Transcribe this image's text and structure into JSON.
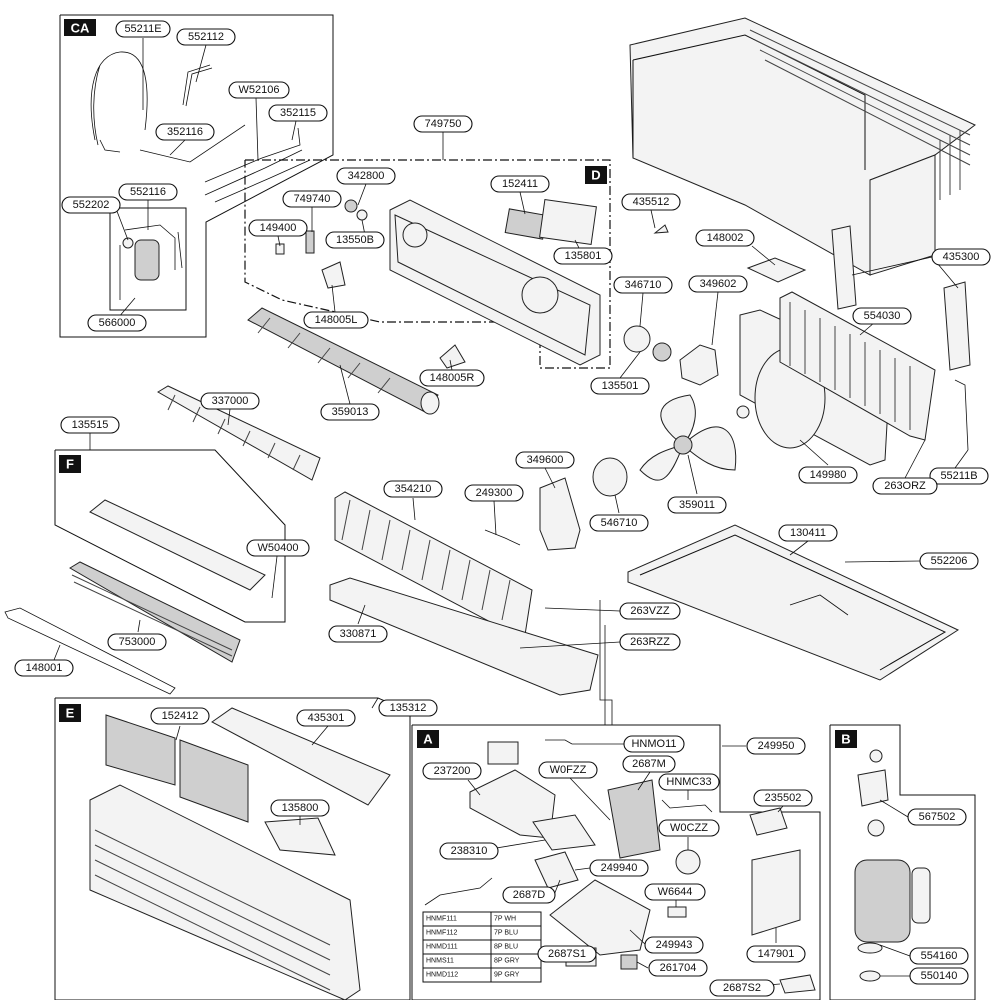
{
  "sections": {
    "ca": "CA",
    "d": "D",
    "f": "F",
    "e": "E",
    "a": "A",
    "b": "B"
  },
  "labels": {
    "p55211E": "55211E",
    "p552112": "552112",
    "pW52106": "W52106",
    "p352115": "352115",
    "p352116": "352116",
    "p552116": "552116",
    "p552202": "552202",
    "p566000": "566000",
    "p749750": "749750",
    "p342800": "342800",
    "p749740": "749740",
    "p149400": "149400",
    "p13550B": "13550B",
    "p152411": "152411",
    "p135801": "135801",
    "p148005L": "148005L",
    "p148005R": "148005R",
    "p359013": "359013",
    "p435512": "435512",
    "p148002": "148002",
    "p435300": "435300",
    "p346710": "346710",
    "p349602": "349602",
    "p554030": "554030",
    "p135501": "135501",
    "p337000": "337000",
    "p135515": "135515",
    "p349600": "349600",
    "p149980": "149980",
    "p55211B": "55211B",
    "p263ORZ": "263ORZ",
    "p354210": "354210",
    "p249300": "249300",
    "p359011": "359011",
    "p546710": "546710",
    "p130411": "130411",
    "pW50400": "W50400",
    "p552206": "552206",
    "p263VZZ": "263VZZ",
    "p263RZZ": "263RZZ",
    "p753000": "753000",
    "p330871": "330871",
    "p148001": "148001",
    "p135312": "135312",
    "p152412": "152412",
    "p435301": "435301",
    "p135800": "135800",
    "pHNMO11": "HNMO11",
    "p249950": "249950",
    "p237200": "237200",
    "pW0FZZ": "W0FZZ",
    "p2687M": "2687M",
    "pHNMC33": "HNMC33",
    "p235502": "235502",
    "pW0CZZ": "W0CZZ",
    "p238310": "238310",
    "p249940": "249940",
    "p2687D": "2687D",
    "pW6644": "W6644",
    "p249943": "249943",
    "p147901": "147901",
    "p2687S1": "2687S1",
    "p261704": "261704",
    "p2687S2": "2687S2",
    "p567502": "567502",
    "p554160": "554160",
    "p550140": "550140"
  },
  "harness_table": [
    {
      "code": "HNMF111",
      "desc": "7P WH"
    },
    {
      "code": "HNMF112",
      "desc": "7P BLU"
    },
    {
      "code": "HNMD111",
      "desc": "8P BLU"
    },
    {
      "code": "HNMS11",
      "desc": "8P GRY"
    },
    {
      "code": "HNMD112",
      "desc": "9P GRY"
    }
  ]
}
